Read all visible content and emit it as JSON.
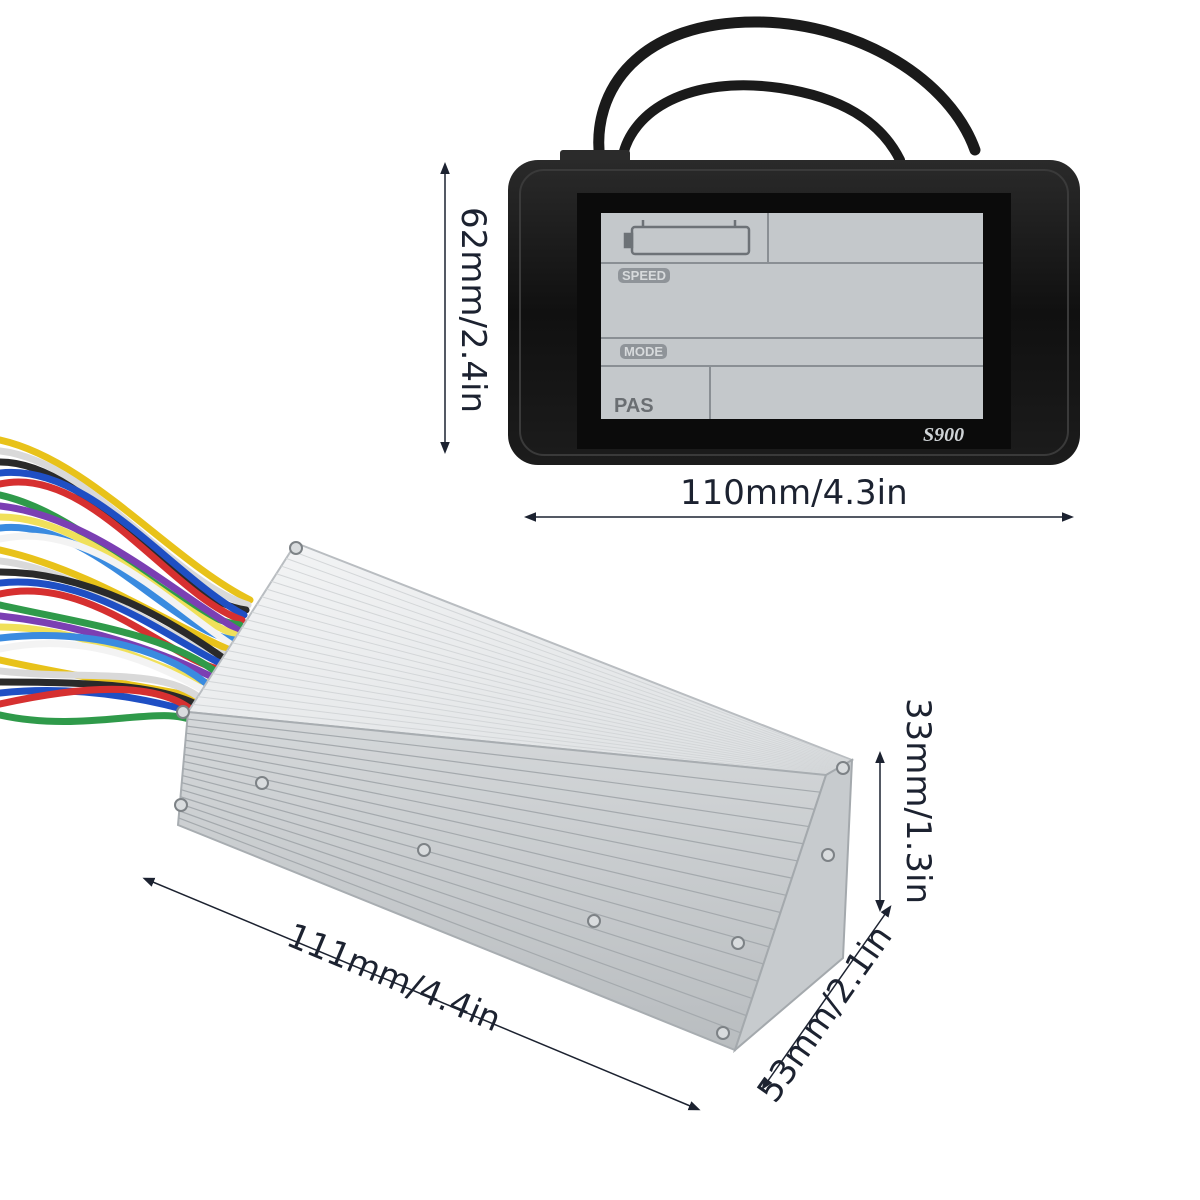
{
  "display": {
    "labels": {
      "speed": "SPEED",
      "mode": "MODE",
      "pas": "PAS"
    },
    "model": "S900",
    "height_dim": "62mm/2.4in",
    "width_dim": "110mm/4.3in"
  },
  "controller": {
    "length_dim": "111mm/4.4in",
    "height_dim": "33mm/1.3in",
    "width_dim": "53mm/2.1in",
    "wire_colors": [
      "#e8c21a",
      "#d9d9d9",
      "#2a2a2a",
      "#1f4fc4",
      "#d63030",
      "#2f9a4a",
      "#7b3fb3",
      "#f0e05a",
      "#3a8be0",
      "#ffffff"
    ]
  },
  "colors": {
    "dimension_line": "#1c2230",
    "lcd_screen": "#c4c8cb",
    "bezel": "#141414",
    "aluminum": "#e7e9ea"
  }
}
